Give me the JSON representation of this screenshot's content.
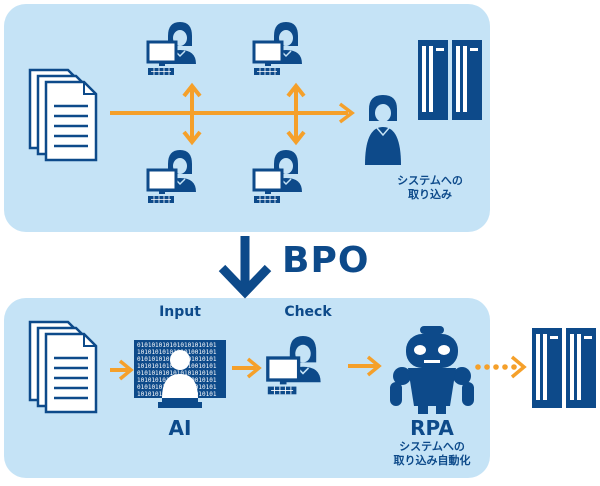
{
  "panels": {
    "top": {
      "fill": "#c5e3f6"
    },
    "bottom": {
      "fill": "#c5e3f6"
    }
  },
  "colors": {
    "primary": "#0d4a8a",
    "accent": "#f5a02a",
    "white": "#ffffff"
  },
  "top": {
    "system_label_line1": "システムへの",
    "system_label_line2": "取り込み"
  },
  "transition": {
    "label": "BPO"
  },
  "bottom": {
    "input_label": "Input",
    "check_label": "Check",
    "ai_label": "AI",
    "rpa_label": "RPA",
    "rpa_caption_line1": "システムへの",
    "rpa_caption_line2": "取り込み自動化",
    "binary_text": "0101010101010101"
  },
  "icons": [
    "documents-icon",
    "operator-at-computer-icon",
    "server-icon",
    "person-icon",
    "ai-binary-screen-icon",
    "robot-icon",
    "arrow-right-icon",
    "arrow-down-icon"
  ]
}
